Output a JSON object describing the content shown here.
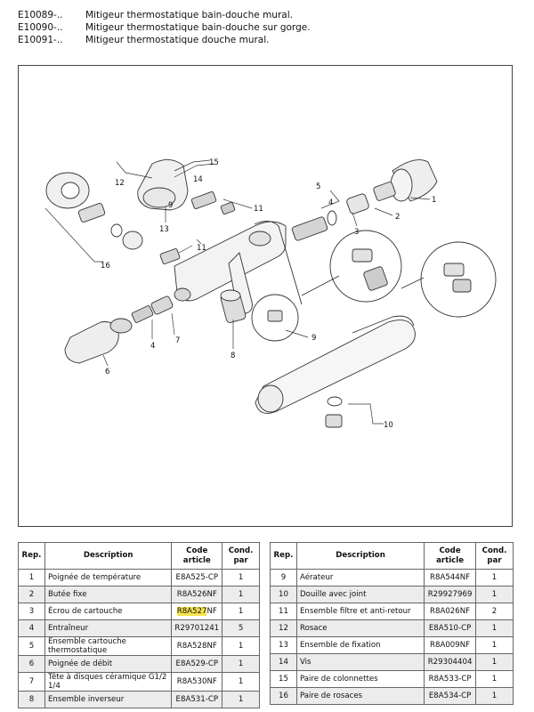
{
  "header": [
    {
      "code": "E10089-..",
      "title": "Mitigeur thermostatique bain-douche mural."
    },
    {
      "code": "E10090-..",
      "title": "Mitigeur thermostatique bain-douche sur gorge."
    },
    {
      "code": "E10091-..",
      "title": "Mitigeur thermostatique douche mural."
    }
  ],
  "callouts": [
    "1",
    "2",
    "3",
    "4",
    "5",
    "6",
    "7",
    "8",
    "9",
    "10",
    "11",
    "12",
    "13",
    "14",
    "15",
    "16"
  ],
  "table_headers": {
    "rep": "Rep.",
    "description": "Description",
    "code_line1": "Code",
    "code_line2": "article",
    "cond_line1": "Cond.",
    "cond_line2": "par"
  },
  "parts_left": [
    {
      "rep": "1",
      "description": "Poignée de température",
      "code": "E8A525-CP",
      "cond": "1"
    },
    {
      "rep": "2",
      "description": "Butée fixe",
      "code": "R8A526NF",
      "cond": "1"
    },
    {
      "rep": "3",
      "description": "Écrou de cartouche",
      "code_highlight": "R8A527",
      "code_rest": "NF",
      "cond": "1"
    },
    {
      "rep": "4",
      "description": "Entraîneur",
      "code": "R29701241",
      "cond": "5"
    },
    {
      "rep": "5",
      "description": "Ensemble cartouche thermostatique",
      "code": "R8A528NF",
      "cond": "1"
    },
    {
      "rep": "6",
      "description": "Poignée de débit",
      "code": "E8A529-CP",
      "cond": "1"
    },
    {
      "rep": "7",
      "description": "Tête à disques céramique G1/2 1/4",
      "code": "R8A530NF",
      "cond": "1"
    },
    {
      "rep": "8",
      "description": "Ensemble inverseur",
      "code": "E8A531-CP",
      "cond": "1"
    }
  ],
  "parts_right": [
    {
      "rep": "9",
      "description": "Aérateur",
      "code": "R8A544NF",
      "cond": "1"
    },
    {
      "rep": "10",
      "description": "Douille avec joint",
      "code": "R29927969",
      "cond": "1"
    },
    {
      "rep": "11",
      "description": "Ensemble filtre et anti-retour",
      "code": "R8A026NF",
      "cond": "2"
    },
    {
      "rep": "12",
      "description": "Rosace",
      "code": "E8A510-CP",
      "cond": "1"
    },
    {
      "rep": "13",
      "description": "Ensemble de fixation",
      "code": "R8A009NF",
      "cond": "1"
    },
    {
      "rep": "14",
      "description": "Vis",
      "code": "R29304404",
      "cond": "1"
    },
    {
      "rep": "15",
      "description": "Paire de colonnettes",
      "code": "R8A533-CP",
      "cond": "1"
    },
    {
      "rep": "16",
      "description": "Paire de rosaces",
      "code": "E8A534-CP",
      "cond": "1"
    }
  ],
  "colors": {
    "highlight": "#f7e34d",
    "row_shade": "#ececec",
    "line": "#444444"
  }
}
